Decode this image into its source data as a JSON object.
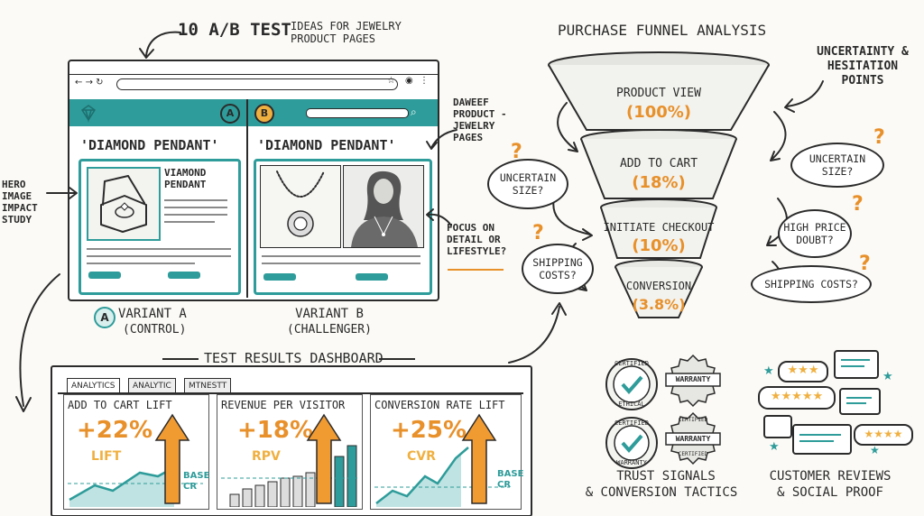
{
  "header": {
    "title_main": "10 A/B TEST",
    "title_sub": "IDEAS FOR JEWELRY PRODUCT PAGES"
  },
  "browser": {
    "variant_a_badge": "A",
    "variant_b_badge": "B",
    "variant_a_title": "'DIAMOND PENDANT'",
    "variant_b_title": "'DIAMOND PENDANT'",
    "variant_a_product_name": "VIAMOND PENDANT"
  },
  "annotations": {
    "hero": "HERO IMAGE IMPACT STUDY",
    "product_pages": "DAWEEF PRODUCT - JEWELRY PAGES",
    "focus": "FOCUS ON DETAIL OR LIFESTYLE?"
  },
  "variants": {
    "a_badge": "A",
    "a_label": "VARIANT A",
    "a_sub": "(CONTROL)",
    "b_label": "VARIANT B",
    "b_sub": "(CHALLENGER)"
  },
  "dashboard": {
    "title": "TEST RESULTS DASHBOARD",
    "tabs": [
      "ANALYTICS",
      "ANALYTIC",
      "MTNESTT"
    ],
    "panels": [
      {
        "title": "ADD TO CART LIFT",
        "value": "+22%",
        "label": "LIFT",
        "base": "BASE CR"
      },
      {
        "title": "REVENUE PER VISITOR",
        "value": "+18%",
        "label": "RPV",
        "base": ""
      },
      {
        "title": "CONVERSION RATE LIFT",
        "value": "+25%",
        "label": "CVR",
        "base": "BASE CR"
      }
    ]
  },
  "funnel": {
    "title": "PURCHASE FUNNEL ANALYSIS",
    "stages": [
      {
        "name": "PRODUCT VIEW",
        "value": "(100%)"
      },
      {
        "name": "ADD TO CART",
        "value": "(18%)"
      },
      {
        "name": "INITIATE CHECKOUT",
        "value": "(10%)"
      },
      {
        "name": "CONVERSION",
        "value": "(3.8%)"
      }
    ],
    "uncertainty": "UNCERTAINTY & HESITATION POINTS",
    "clouds": {
      "left_1": "UNCERTAIN SIZE?",
      "left_2": "SHIPPING COSTS?",
      "right_1": "UNCERTAIN SIZE?",
      "right_2": "HIGH PRICE DOUBT?",
      "right_3": "SHIPPING COSTS?"
    },
    "question_mark": "?"
  },
  "trust": {
    "badge_certified": "CERTIFIED",
    "badge_ethical": "ETHICAL",
    "badge_warranty": "WARRANTY",
    "badge_warranty_small": "WARRANTY",
    "badge_certified_small": "CERTIFIED",
    "badge_certified_warranty": "CERTIFIED",
    "badge_certified_warranty_small": "WARRANTY",
    "badge_certified_warranty_ribbon": "WARRANTY",
    "badge_certified_warranty_bottom": "CERTIFIED",
    "label_1": "TRUST SIGNALS",
    "label_2": "& CONVERSION TACTICS"
  },
  "reviews": {
    "stars_1": "★★★",
    "stars_2": "★★★★★",
    "stars_3": "★★★★",
    "label_1": "CUSTOMER REVIEWS",
    "label_2": "& SOCIAL PROOF"
  },
  "colors": {
    "teal": "#2e9c9a",
    "orange": "#e8902a",
    "ink": "#2b2b2b"
  }
}
